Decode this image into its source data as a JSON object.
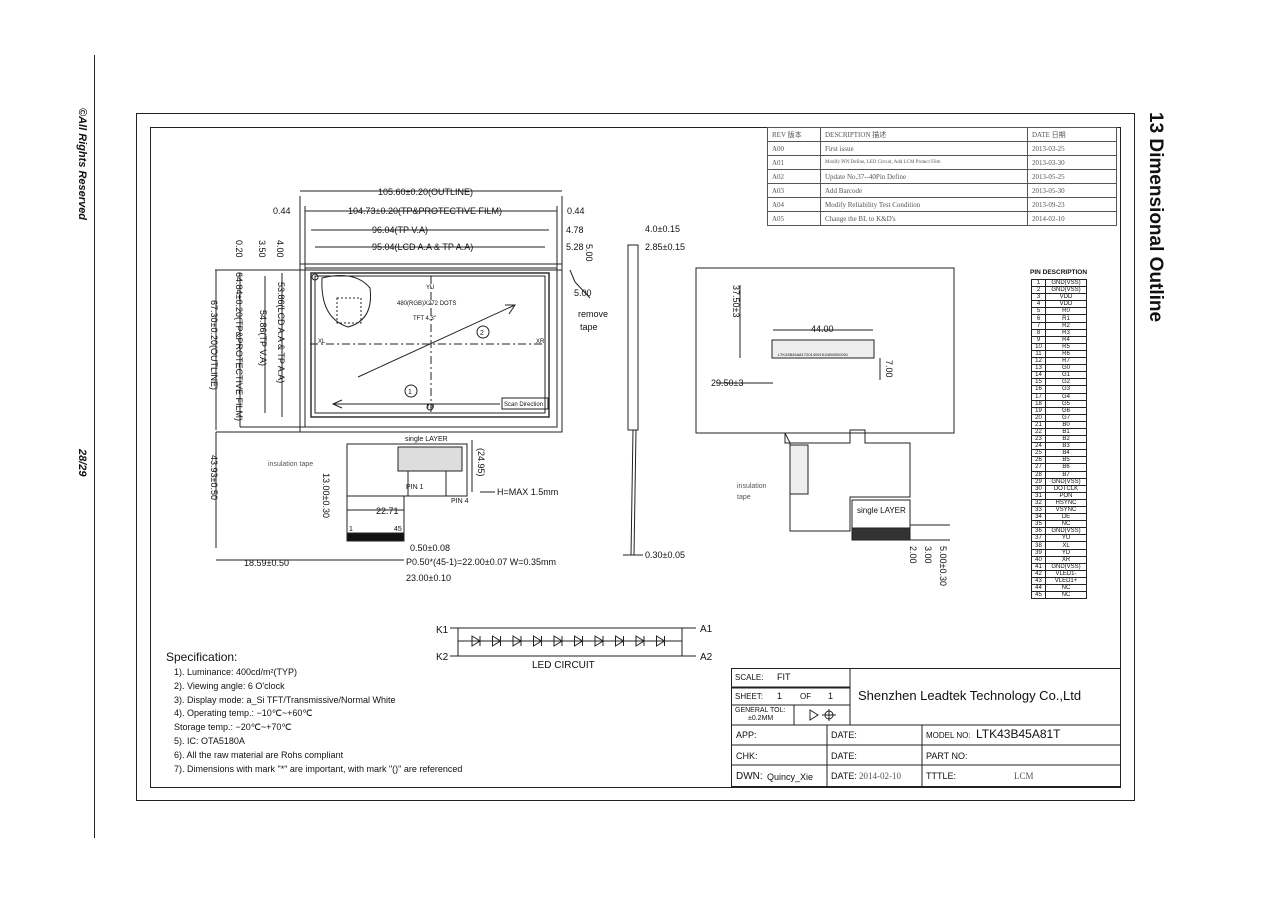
{
  "sidebar": {
    "copyright": "©All Rights Reserved",
    "page": "28/29"
  },
  "section_title": "13 Dimensional Outline",
  "revisions": {
    "headers": [
      "REV 版本",
      "DESCRIPTION 描述",
      "DATE 日期"
    ],
    "rows": [
      [
        "A00",
        "First issue",
        "2013-03-25"
      ],
      [
        "A01",
        "Modify PIN Define, LED Circuit, Add LCM Protect Film",
        "2013-03-30"
      ],
      [
        "A02",
        "Update No.37--40Pin Define",
        "2013-05-25"
      ],
      [
        "A03",
        "Add Barcode",
        "2013-05-30"
      ],
      [
        "A04",
        "Modify Reliability Test Condition",
        "2013-09-23"
      ],
      [
        "A05",
        "Change the BL to K&D's",
        "2014-02-10"
      ]
    ]
  },
  "pin_description": {
    "title": "PIN DESCRIPTION",
    "pins": [
      [
        "1",
        "GND(VSS)"
      ],
      [
        "2",
        "GND(VSS)"
      ],
      [
        "3",
        "VDD"
      ],
      [
        "4",
        "VDD"
      ],
      [
        "5",
        "R0"
      ],
      [
        "6",
        "R1"
      ],
      [
        "7",
        "R2"
      ],
      [
        "8",
        "R3"
      ],
      [
        "9",
        "R4"
      ],
      [
        "10",
        "R5"
      ],
      [
        "11",
        "R6"
      ],
      [
        "12",
        "R7"
      ],
      [
        "13",
        "G0"
      ],
      [
        "14",
        "G1"
      ],
      [
        "15",
        "G2"
      ],
      [
        "16",
        "G3"
      ],
      [
        "17",
        "G4"
      ],
      [
        "18",
        "G5"
      ],
      [
        "19",
        "G6"
      ],
      [
        "20",
        "G7"
      ],
      [
        "21",
        "B0"
      ],
      [
        "22",
        "B1"
      ],
      [
        "23",
        "B2"
      ],
      [
        "24",
        "B3"
      ],
      [
        "25",
        "B4"
      ],
      [
        "26",
        "B5"
      ],
      [
        "27",
        "B6"
      ],
      [
        "28",
        "B7"
      ],
      [
        "29",
        "GND(VSS)"
      ],
      [
        "30",
        "DOTCLK"
      ],
      [
        "31",
        "PON"
      ],
      [
        "32",
        "HSYNC"
      ],
      [
        "33",
        "VSYNC"
      ],
      [
        "34",
        "DE"
      ],
      [
        "35",
        "NC"
      ],
      [
        "36",
        "GND(VSS)"
      ],
      [
        "37",
        "YU"
      ],
      [
        "38",
        "XL"
      ],
      [
        "39",
        "YD"
      ],
      [
        "40",
        "XR"
      ],
      [
        "41",
        "GND(VSS)"
      ],
      [
        "42",
        "VLED1-"
      ],
      [
        "43",
        "VLED1+"
      ],
      [
        "44",
        "NC"
      ],
      [
        "45",
        "NC"
      ]
    ]
  },
  "front_view": {
    "dim_outline_w": "105.60±0.20(OUTLINE)",
    "dim_tp_film_w": "104.73±0.20(TP&PROTECTIVE FILM)",
    "dim_left_044": "0.44",
    "dim_right_044": "0.44",
    "dim_tp_va_w": "96.04(TP V.A)",
    "dim_478": "4.78",
    "dim_lcd_aa_w": "95.04(LCD A.A & TP A.A)",
    "dim_528": "5.28",
    "dim_500a": "5.00",
    "dim_500b": "5.00",
    "remove_tape": "remove",
    "remove_tape2": "tape",
    "dim_020": "0.20",
    "dim_350": "3.50",
    "dim_400": "4.00",
    "dim_outline_h": "67.30±0.20(OUTLINE)",
    "dim_tp_film_h": "64.84±0.20(TP&PROTECTIVE FILM)",
    "dim_lcd_aa_h": "53.86(LCD A.A & TP A.A)",
    "dim_tp_va_h": "54.86(TP V.A)",
    "yu": "YU",
    "yd": "YD",
    "xl": "XL",
    "xr": "XR",
    "dots": "480(RGB)X272 DOTS",
    "tft": "TFT 4.3\"",
    "circle1": "1",
    "circle2": "2",
    "scan": "Scan Direction",
    "single_layer": "single LAYER",
    "insulation_tape": "insulation tape",
    "pin1": "PIN 1",
    "pin4": "PIN 4",
    "dim_2495": "(24.95)",
    "h_max": "H=MAX 1.5mm",
    "dim_4393": "43.93±0.50",
    "dim_1300": "13.00±0.30",
    "dim_2271": "22.71",
    "fpc_1": "1",
    "fpc_45": "45",
    "dim_050": "0.50±0.08",
    "dim_pitch": "P0.50*(45-1)=22.00±0.07 W=0.35mm",
    "dim_1859": "18.59±0.50",
    "dim_2300": "23.00±0.10"
  },
  "side_view": {
    "dim_40": "4.0±0.15",
    "dim_285": "2.85±0.15",
    "dim_030": "0.30±0.05"
  },
  "back_view": {
    "dim_3750": "37.50±3",
    "dim_4400": "44.00",
    "dim_700": "7.00",
    "dim_2950": "29.50±3",
    "barcode_text": "LTK43B45A81T2014091511850000001",
    "insulation_tape": "insulation",
    "insulation_tape2": "tape",
    "single_layer": "single LAYER",
    "dim_200": "2.00",
    "dim_300": "3.00",
    "dim_500": "5.00±0.30"
  },
  "led_circuit": {
    "k1": "K1",
    "k2": "K2",
    "a1": "A1",
    "a2": "A2",
    "label": "LED CIRCUIT",
    "led_count": 10
  },
  "specification": {
    "title": "Specification:",
    "items": [
      "1).  Luminance:  400cd/m²(TYP)",
      "2).  Viewing angle:  6 O'clock",
      "3).  Display mode:  a_Si TFT/Transmissive/Normal White",
      "4).  Operating temp.:  −10℃~+60℃",
      "      Storage temp.:  −20℃~+70℃",
      "5).  IC:  OTA5180A",
      "6).  All the raw material are Rohs compliant",
      "7).  Dimensions with mark \"*\" are important, with mark \"()\" are referenced"
    ]
  },
  "title_block": {
    "scale_label": "SCALE:",
    "scale_value": "FIT",
    "sheet_label": "SHEET:",
    "sheet_value": "1",
    "of_label": "OF",
    "of_value": "1",
    "tol_label": "GENERAL TOL:",
    "tol_value": "±0.2MM",
    "company": "Shenzhen Leadtek Technology Co.,Ltd",
    "app_label": "APP:",
    "chk_label": "CHK:",
    "dwn_label": "DWN:",
    "dwn_value": "Quincy_Xie",
    "date_label": "DATE:",
    "date_value": "2014-02-10",
    "model_label": "MODEL NO:",
    "model_value": "LTK43B45A81T",
    "part_label": "PART NO:",
    "title_label": "TTTLE:",
    "title_value": "LCM"
  }
}
